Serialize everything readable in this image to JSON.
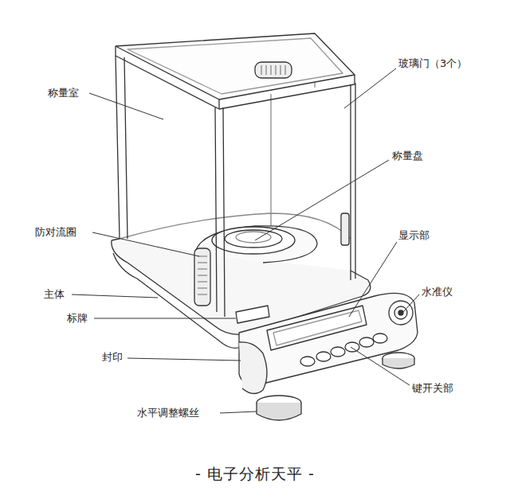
{
  "diagram": {
    "caption": "- 电子分析天平 -",
    "labels": [
      "称量室",
      "玻璃门（3个）",
      "称量盘",
      "防对流圈",
      "显示部",
      "水准仪",
      "主体",
      "标牌",
      "封印",
      "键开关部",
      "水平调整螺丝"
    ]
  }
}
